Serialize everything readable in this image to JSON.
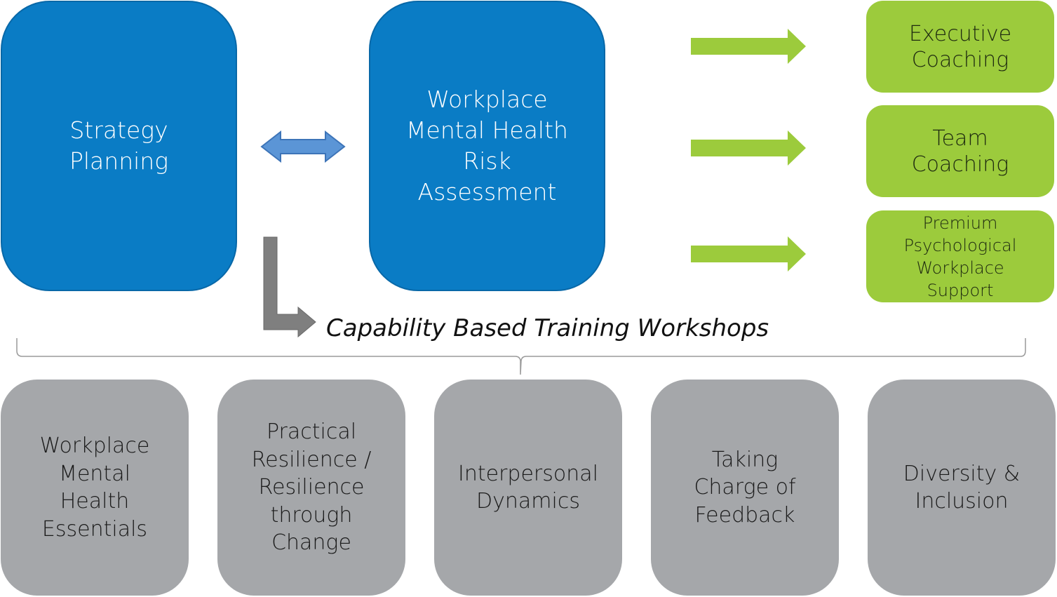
{
  "top": {
    "strategy": "Strategy\nPlanning",
    "risk": "Workplace\nMental Health\nRisk\nAssessment"
  },
  "outcomes": [
    "Executive\nCoaching",
    "Team\nCoaching",
    "Premium\nPsychological\nWorkplace\nSupport"
  ],
  "caption": "Capability Based Training Workshops",
  "workshops": [
    "Workplace\nMental\nHealth\nEssentials",
    "Practical\nResilience /\nResilience\nthrough\nChange",
    "Interpersonal\nDynamics",
    "Taking\nCharge of\nFeedback",
    "Diversity &\nInclusion"
  ],
  "colors": {
    "blue": "#0a7cc5",
    "green": "#9ccb3c",
    "gray": "#a5a7aa",
    "arrow_blue": "#5b95d6",
    "arrow_gray": "#7f7f7f"
  }
}
